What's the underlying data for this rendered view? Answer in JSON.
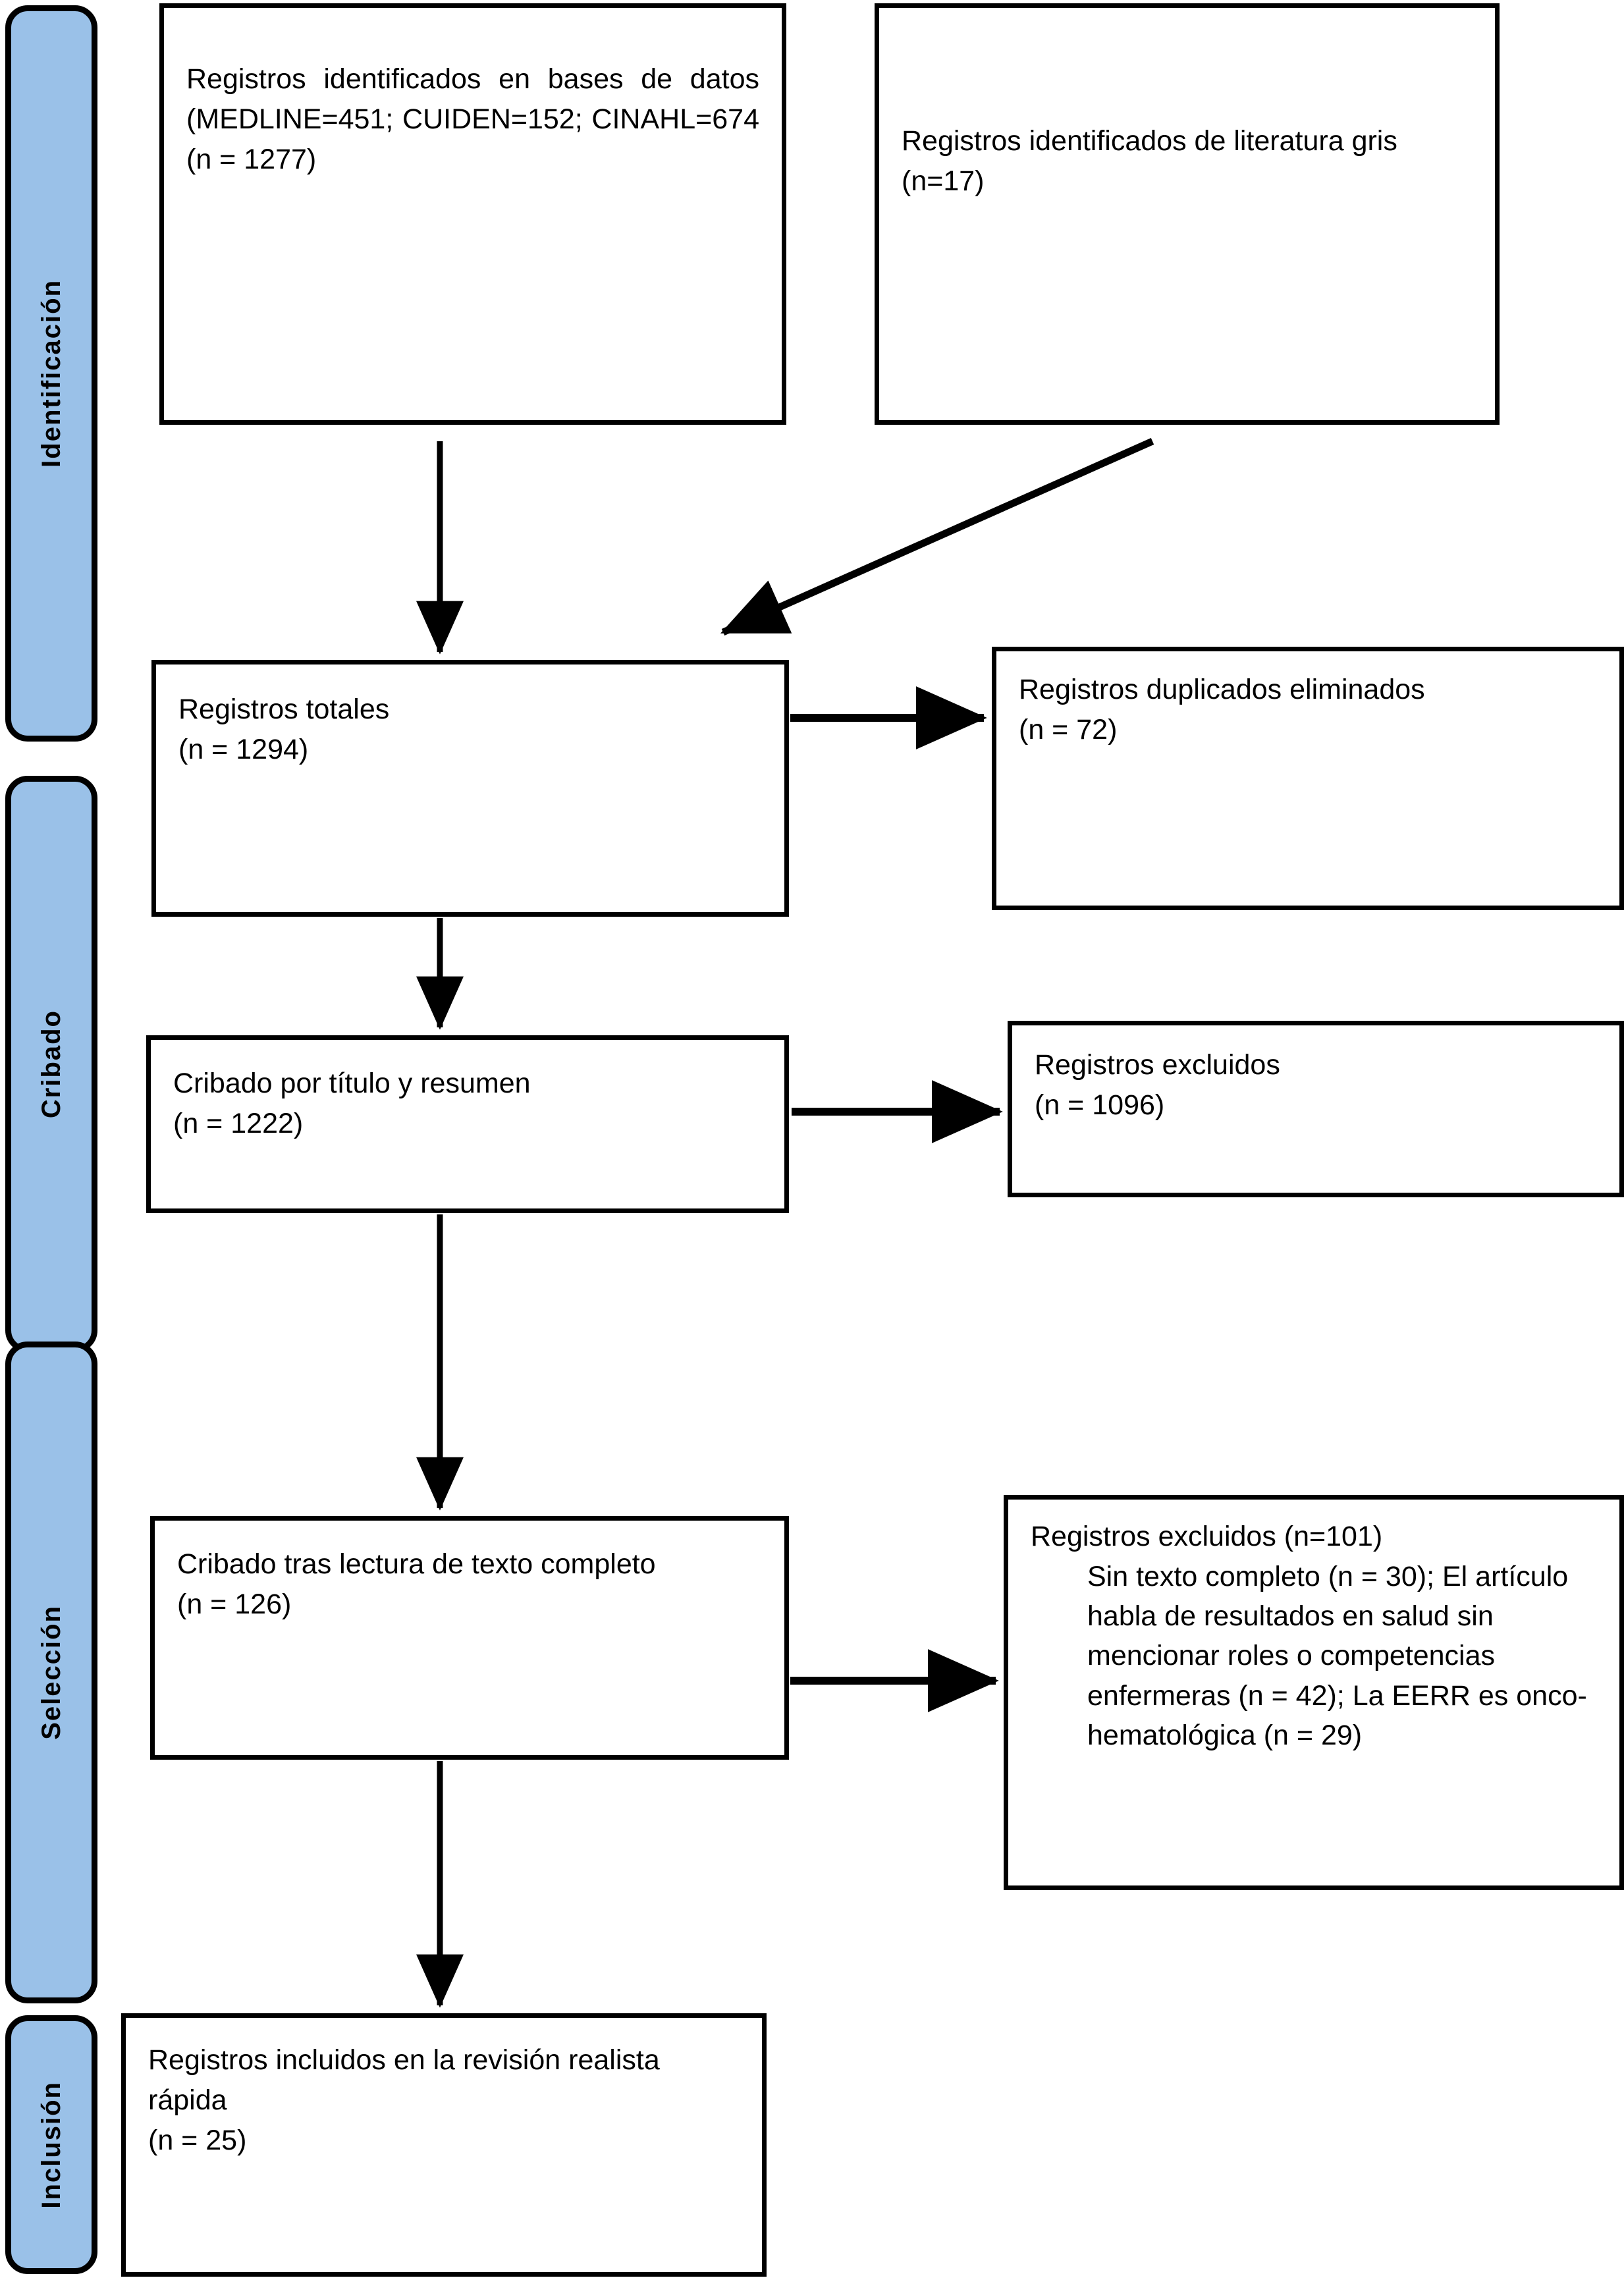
{
  "figure": {
    "type": "prisma-flow-diagram",
    "language": "es",
    "accent_color": "#9AC1E8",
    "line_color": "#000000",
    "background_color": "#FFFFFF"
  },
  "phases": [
    {
      "id": "identificacion",
      "label": "Identificación"
    },
    {
      "id": "cribado",
      "label": "Cribado"
    },
    {
      "id": "seleccion",
      "label": "Selección"
    },
    {
      "id": "inclusion",
      "label": "Inclusión"
    }
  ],
  "boxes": {
    "identified_databases": {
      "text": "Registros identificados en bases de datos (MEDLINE=451; CUIDEN=152; CINAHL=674 (n = 1277)",
      "n": 1277,
      "sources": [
        {
          "name": "MEDLINE",
          "count": 451
        },
        {
          "name": "CUIDEN",
          "count": 152
        },
        {
          "name": "CINAHL",
          "count": 674
        }
      ]
    },
    "identified_grey_literature": {
      "text": "Registros identificados de literatura gris (n=17)",
      "n": 17
    },
    "total_records": {
      "line1": "Registros totales",
      "line2": "(n = 1294)",
      "n": 1294
    },
    "duplicates_removed": {
      "line1": "Registros duplicados eliminados",
      "line2": "(n = 72)",
      "n": 72
    },
    "screened_title_abstract": {
      "line1": "Cribado por título y resumen",
      "line2": "(n = 1222)",
      "n": 1222
    },
    "excluded_title_abstract": {
      "line1": "Registros excluidos",
      "line2": "(n = 1096)",
      "n": 1096
    },
    "screened_full_text": {
      "line1": "Cribado tras lectura de texto completo",
      "line2": "(n = 126)",
      "n": 126
    },
    "excluded_full_text": {
      "header": "Registros excluidos (n=101)",
      "n": 101,
      "reasons_text": "Sin texto completo (n = 30); El artículo habla de resultados en salud sin mencionar roles o competencias enfermeras (n = 42); La EERR es onco-hematológica (n = 29)",
      "reasons": [
        {
          "label": "Sin texto completo",
          "n": 30
        },
        {
          "label": "El artículo habla de resultados en salud sin mencionar roles o competencias enfermeras",
          "n": 42
        },
        {
          "label": "La EERR es onco-hematológica",
          "n": 29
        }
      ]
    },
    "included": {
      "line1": "Registros incluidos en la revisión realista rápida",
      "line2": "(n = 25)",
      "n": 25
    }
  }
}
